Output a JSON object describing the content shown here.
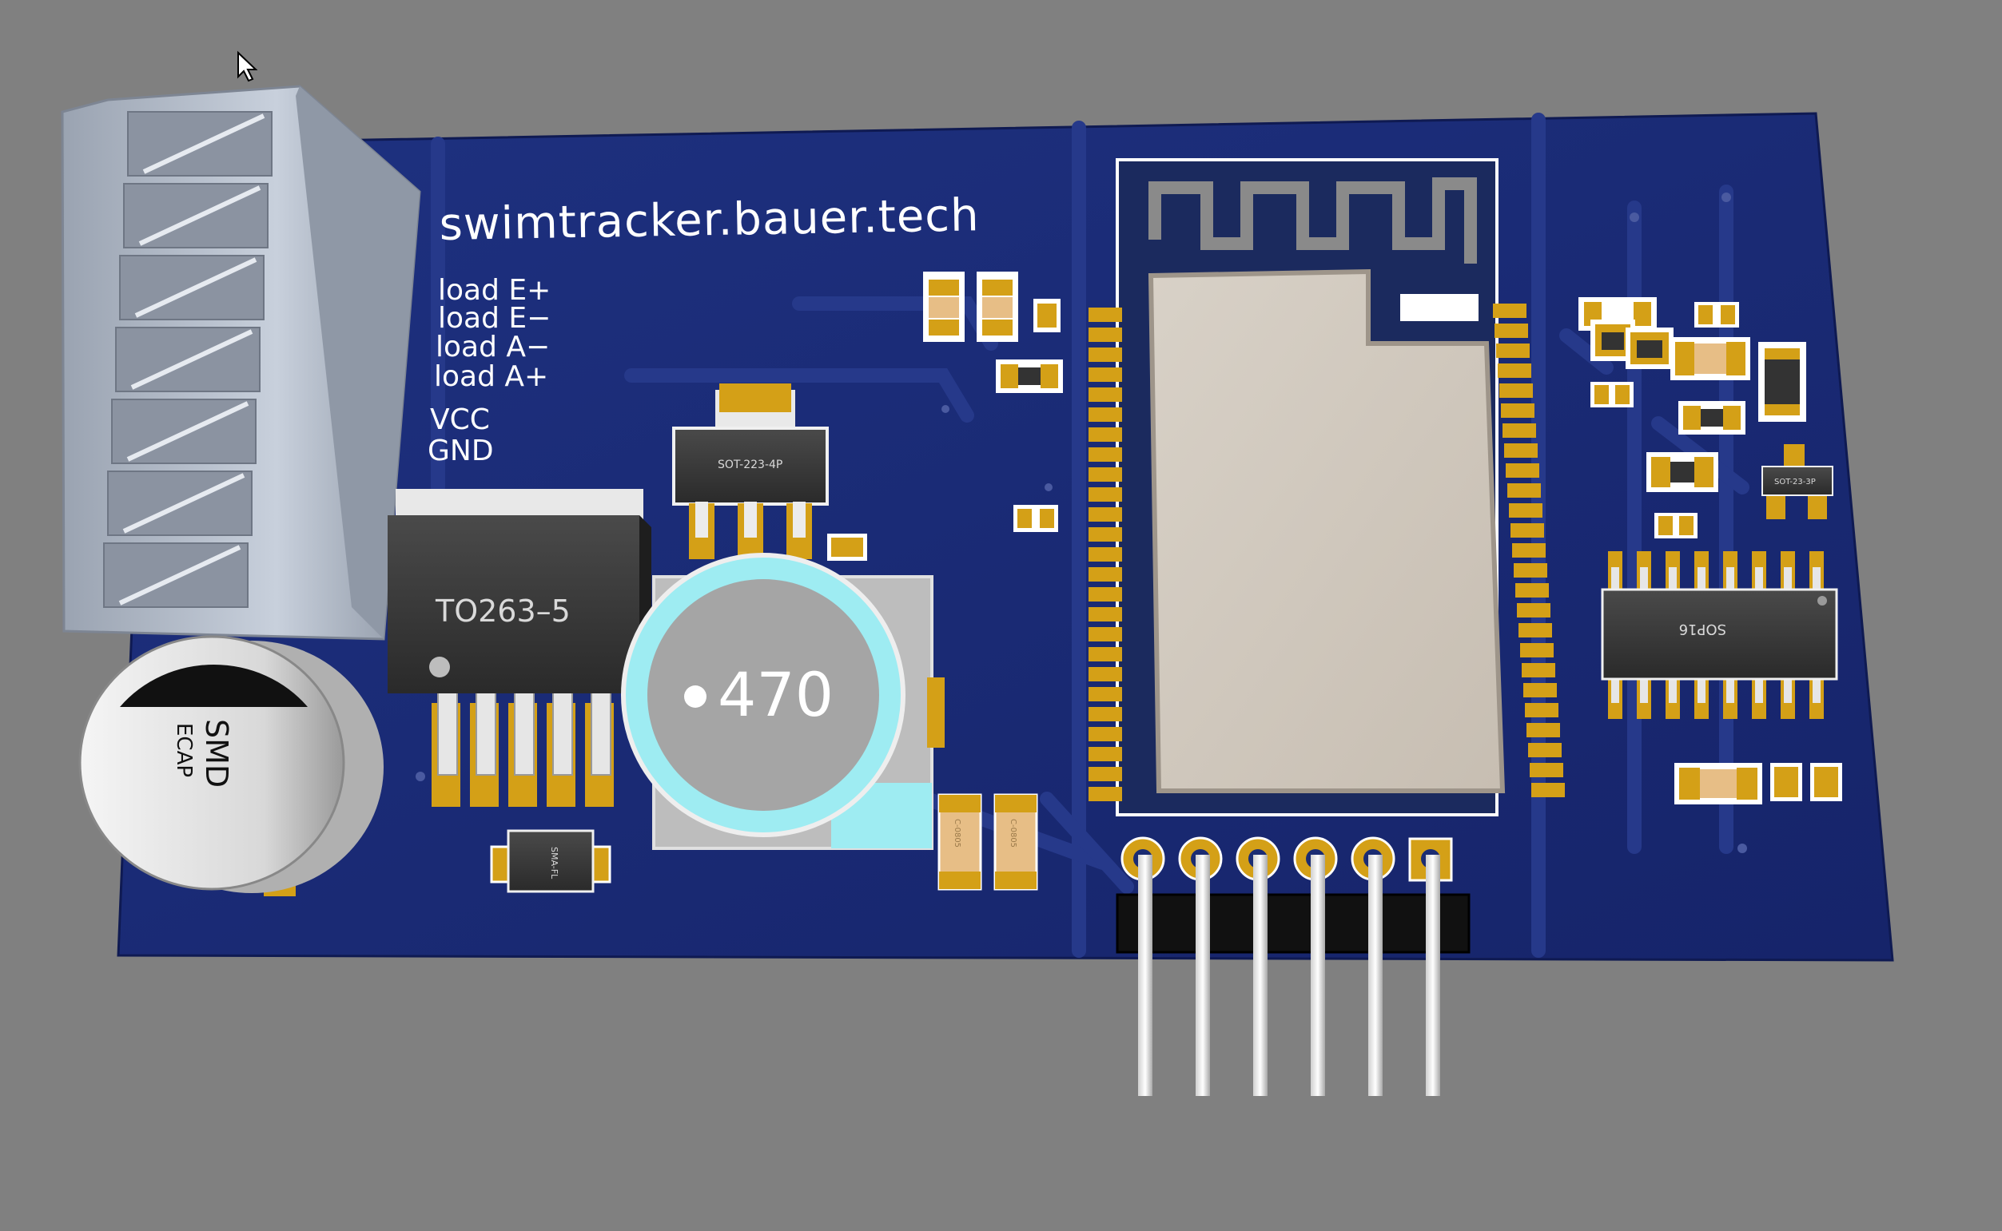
{
  "board": {
    "url_label": "swimtracker.bauer.tech",
    "pin_labels": [
      "load E+",
      "load E−",
      "load A−",
      "load A+",
      "VCC",
      "GND"
    ]
  },
  "components": {
    "regulator_label": "TO263–5",
    "sot223_label": "SOT-223-4P",
    "inductor_label": "470",
    "ecap_label_1": "SMD",
    "ecap_label_2": "ECAP",
    "diode_label": "SMA-FL",
    "sop16_label": "SOP16",
    "sot23_label": "SOT-23-3P",
    "cap_label_a": "C-0805",
    "cap_label_b": "C-0805"
  },
  "colors": {
    "background": "#808080",
    "pcb_blue": "#1b2c73",
    "pcb_trace": "#223681",
    "pad_gold": "#d4a017",
    "silkscreen": "#ffffff",
    "component_body": "#3a3a3a",
    "connector_gray": "#b8c0cc",
    "inductor_ring": "#9eecf2"
  },
  "icons": {
    "cursor": "mouse-pointer-icon"
  }
}
